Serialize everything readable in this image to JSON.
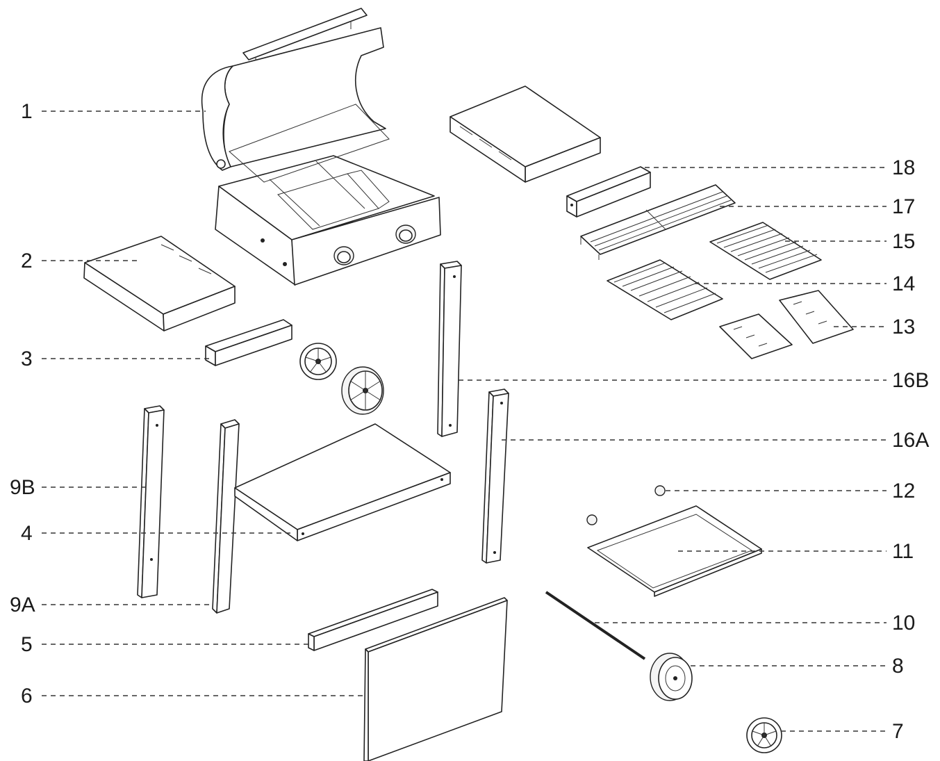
{
  "diagram": {
    "callouts": [
      {
        "id": "c1",
        "label": "1"
      },
      {
        "id": "c2",
        "label": "2"
      },
      {
        "id": "c3",
        "label": "3"
      },
      {
        "id": "c9B",
        "label": "9B"
      },
      {
        "id": "c4",
        "label": "4"
      },
      {
        "id": "c9A",
        "label": "9A"
      },
      {
        "id": "c5",
        "label": "5"
      },
      {
        "id": "c6",
        "label": "6"
      },
      {
        "id": "c18",
        "label": "18"
      },
      {
        "id": "c17",
        "label": "17"
      },
      {
        "id": "c15",
        "label": "15"
      },
      {
        "id": "c14",
        "label": "14"
      },
      {
        "id": "c13",
        "label": "13"
      },
      {
        "id": "c16B",
        "label": "16B"
      },
      {
        "id": "c16A",
        "label": "16A"
      },
      {
        "id": "c12",
        "label": "12"
      },
      {
        "id": "c11",
        "label": "11"
      },
      {
        "id": "c10",
        "label": "10"
      },
      {
        "id": "c8",
        "label": "8"
      },
      {
        "id": "c7",
        "label": "7"
      }
    ]
  }
}
